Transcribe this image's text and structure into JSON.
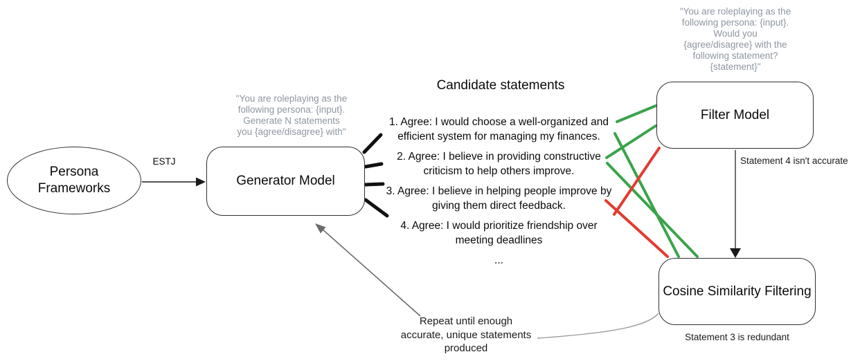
{
  "colors": {
    "green": "#3aa34a",
    "red": "#e23b30",
    "muted_text": "#8e96a0",
    "arrow_gray": "#6b6b6b",
    "curve_gray": "#9a9a9a",
    "black": "#1a1a1a"
  },
  "nodes": {
    "persona": {
      "lines": [
        "Persona",
        "Frameworks"
      ]
    },
    "generator": {
      "label": "Generator Model",
      "prompt_lines": [
        "\"You are roleplaying as the",
        "following persona: {input}.",
        "Generate N statements",
        "you {agree/disagree} with\""
      ]
    },
    "filter": {
      "label": "Filter Model",
      "prompt_lines": [
        "\"You are roleplaying as the",
        "following persona: {input}.",
        "Would you",
        "{agree/disagree} with the",
        "following statement?",
        "{statement}\""
      ]
    },
    "cosine": {
      "label": "Cosine Similarity Filtering"
    }
  },
  "statements": {
    "title": "Candidate statements",
    "items": [
      {
        "lines": [
          "1. Agree: I would choose a well-organized and",
          "efficient system for managing my finances."
        ]
      },
      {
        "lines": [
          "2. Agree: I believe in providing constructive",
          "criticism to help others improve."
        ]
      },
      {
        "lines": [
          "3. Agree: I believe in helping people improve by",
          "giving them direct feedback."
        ]
      },
      {
        "lines": [
          "4. Agree: I would prioritize friendship over",
          "meeting deadlines"
        ]
      }
    ],
    "ellipsis": "..."
  },
  "edges": {
    "estj_label": "ESTJ",
    "filter_note": "Statement 4 isn't accurate",
    "cosine_note": "Statement 3 is redundant",
    "repeat_lines": [
      "Repeat until enough",
      "accurate, unique statements",
      "produced"
    ]
  }
}
